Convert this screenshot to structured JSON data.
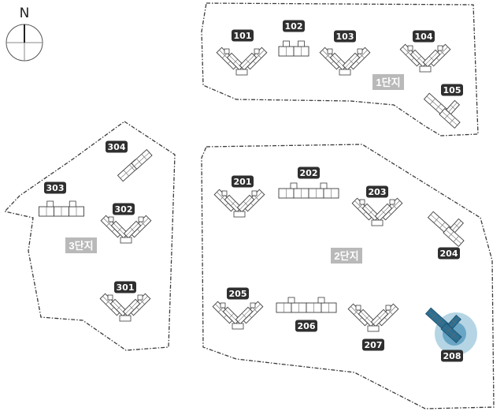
{
  "compass": {
    "label": "N"
  },
  "complexes": [
    {
      "id": "c1",
      "label": "1단지"
    },
    {
      "id": "c2",
      "label": "2단지"
    },
    {
      "id": "c3",
      "label": "3단지"
    }
  ],
  "buildings": [
    {
      "id": "101",
      "label": "101",
      "shape": "v"
    },
    {
      "id": "102",
      "label": "102",
      "shape": "slab2"
    },
    {
      "id": "103",
      "label": "103",
      "shape": "v"
    },
    {
      "id": "104",
      "label": "104",
      "shape": "v"
    },
    {
      "id": "105",
      "label": "105",
      "shape": "diag"
    },
    {
      "id": "201",
      "label": "201",
      "shape": "v"
    },
    {
      "id": "202",
      "label": "202",
      "shape": "slab4"
    },
    {
      "id": "203",
      "label": "203",
      "shape": "v"
    },
    {
      "id": "204",
      "label": "204",
      "shape": "diag"
    },
    {
      "id": "205",
      "label": "205",
      "shape": "v"
    },
    {
      "id": "206",
      "label": "206",
      "shape": "slab4"
    },
    {
      "id": "207",
      "label": "207",
      "shape": "v"
    },
    {
      "id": "208",
      "label": "208",
      "shape": "diag",
      "highlighted": true
    },
    {
      "id": "301",
      "label": "301",
      "shape": "v"
    },
    {
      "id": "302",
      "label": "302",
      "shape": "v"
    },
    {
      "id": "303",
      "label": "303",
      "shape": "slab3"
    },
    {
      "id": "304",
      "label": "304",
      "shape": "diagUp"
    }
  ],
  "colors": {
    "tag_background": "#2f2f2f",
    "tag_text": "#ffffff",
    "complex_tag_background": "#b9b9b9",
    "highlight": "#2b6f93",
    "boundary": "#3a3a3a"
  }
}
